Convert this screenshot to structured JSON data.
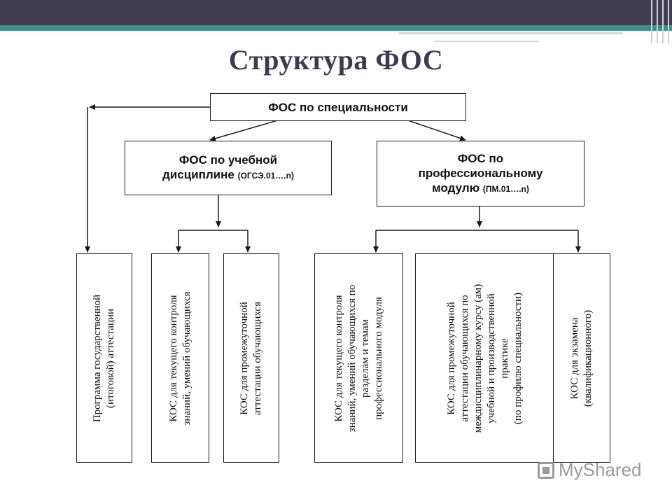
{
  "title": "Структура ФОС",
  "top": {
    "label": "ФОС по специальности"
  },
  "discipline": {
    "line1": "ФОС по учебной",
    "line2": "дисциплине",
    "code": "(ОГСЭ.01….n)"
  },
  "module": {
    "line1": "ФОС по",
    "line2": "профессиональному",
    "line3": "модулю",
    "code": "(ПМ.01….n)"
  },
  "columns": [
    {
      "line1": "Программа  государственной",
      "line2": "(итоговой) аттестации"
    },
    {
      "line1": "КОС для текущего контроля",
      "line2": "знаний, умений обучающихся"
    },
    {
      "line1": "КОС для промежуточной",
      "line2": "аттестации обучающихся"
    },
    {
      "line1": "КОС для текущего контроля",
      "line2": "знаний, умений обучающихся по",
      "line3": "разделам и темам",
      "line4": "профессионального модуля"
    },
    {
      "line1": "КОС для промежуточной",
      "line2": "аттестации обучающихся по",
      "line3": "междисциплинарному курсу (ам)",
      "line4": "учебной и производственной",
      "line5": "практике",
      "line6": "(по профилю специальности)"
    },
    {
      "line1": "КОС для экзамена",
      "line2": "(квалификационного)"
    }
  ],
  "watermark": "MyShared",
  "colors": {
    "topbar": "#3e3e50",
    "teal": "#3d8f8b",
    "title": "#3b3b52"
  }
}
